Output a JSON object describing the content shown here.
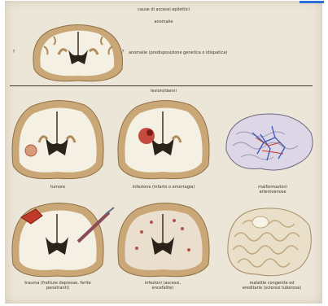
{
  "header": {
    "title": "cause di accessi epilettici",
    "section_top": "anomalie",
    "section_bottom": "lesioni/danni"
  },
  "top_row": {
    "question_left": "?",
    "question_right": "?",
    "caption": "anomalie (predisposizione genetica o idiopatica)"
  },
  "row1": {
    "caption_1": "tumore",
    "caption_2": "infezione (infarto o emorragia)",
    "caption_3": "malformazioni arterovenose"
  },
  "row2": {
    "caption_1": "trauma (fratture depresse, ferite penetranti)",
    "caption_2": "infezioni (ascessi, encefalite)",
    "caption_3": "malattie congenite ed ereditarie (sclerosi tuberosa)"
  },
  "colors": {
    "paper": "#ece6d8",
    "cortex": "#c9a776",
    "white_matter": "#f5f0e4",
    "lesion_red": "#c0392b",
    "vessels_blue": "#3557b8",
    "accent_line": "#2a6fd6"
  },
  "icons": [
    "brain-coronal-section",
    "brain-lateral-view"
  ]
}
